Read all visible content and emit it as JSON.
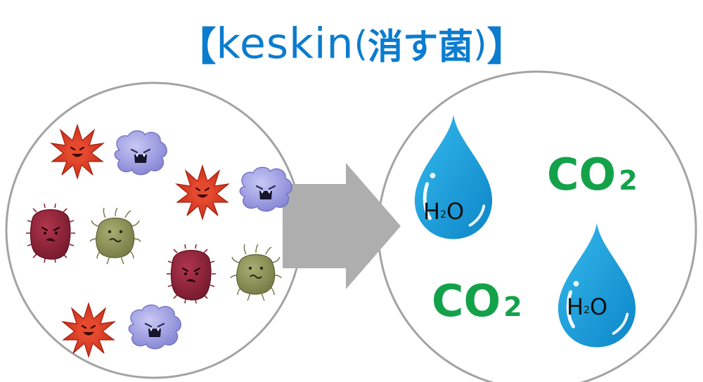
{
  "title": {
    "open_bracket": "【",
    "brand": "keskin",
    "open_paren": "(",
    "japanese": "消す菌",
    "close_paren": ")",
    "close_bracket": "】"
  },
  "labels": {
    "co2_main": "CO",
    "co2_sub": "2",
    "h2o_h": "H",
    "h2o_sub": "2",
    "h2o_o": "O"
  },
  "colors": {
    "title": "#0b7ccf",
    "circle_stroke": "#a3a3a3",
    "arrow": "#aeaeae",
    "co2": "#13a24a",
    "drop": "#1a9bd7",
    "germ_red_star": "#d8341c",
    "germ_purple": "#8f8fd8",
    "germ_wine": "#8c2235",
    "germ_olive": "#8b9054"
  },
  "icons": [
    "red-spiky-germ-icon",
    "purple-cloud-germ-icon",
    "wine-oval-germ-icon",
    "olive-germ-icon",
    "water-drop-icon",
    "right-arrow-icon"
  ]
}
